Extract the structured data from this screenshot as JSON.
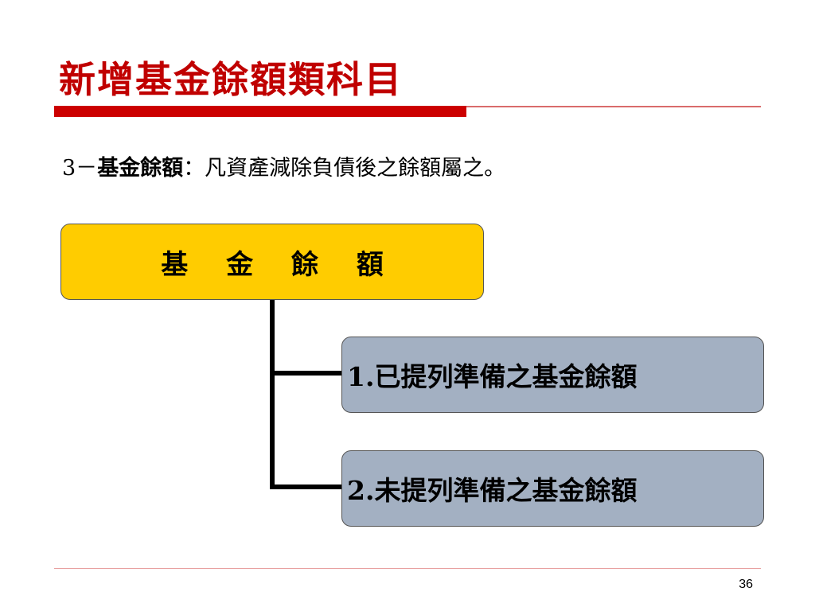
{
  "slide": {
    "title": "新增基金餘額類科目",
    "page_number": "36"
  },
  "subtitle": {
    "prefix": "3－",
    "term": "基金餘額",
    "definition": "：凡資產減除負債後之餘額屬之。"
  },
  "diagram": {
    "root": {
      "label": "基 金 餘 額"
    },
    "children": [
      {
        "label": "1.已提列準備之基金餘額"
      },
      {
        "label": "2.未提列準備之基金餘額"
      }
    ]
  },
  "colors": {
    "title": "#c00000",
    "title_bar": "#cc0000",
    "root_box": "#ffcc00",
    "child_box": "#a3b0c2",
    "connector": "#000000"
  }
}
